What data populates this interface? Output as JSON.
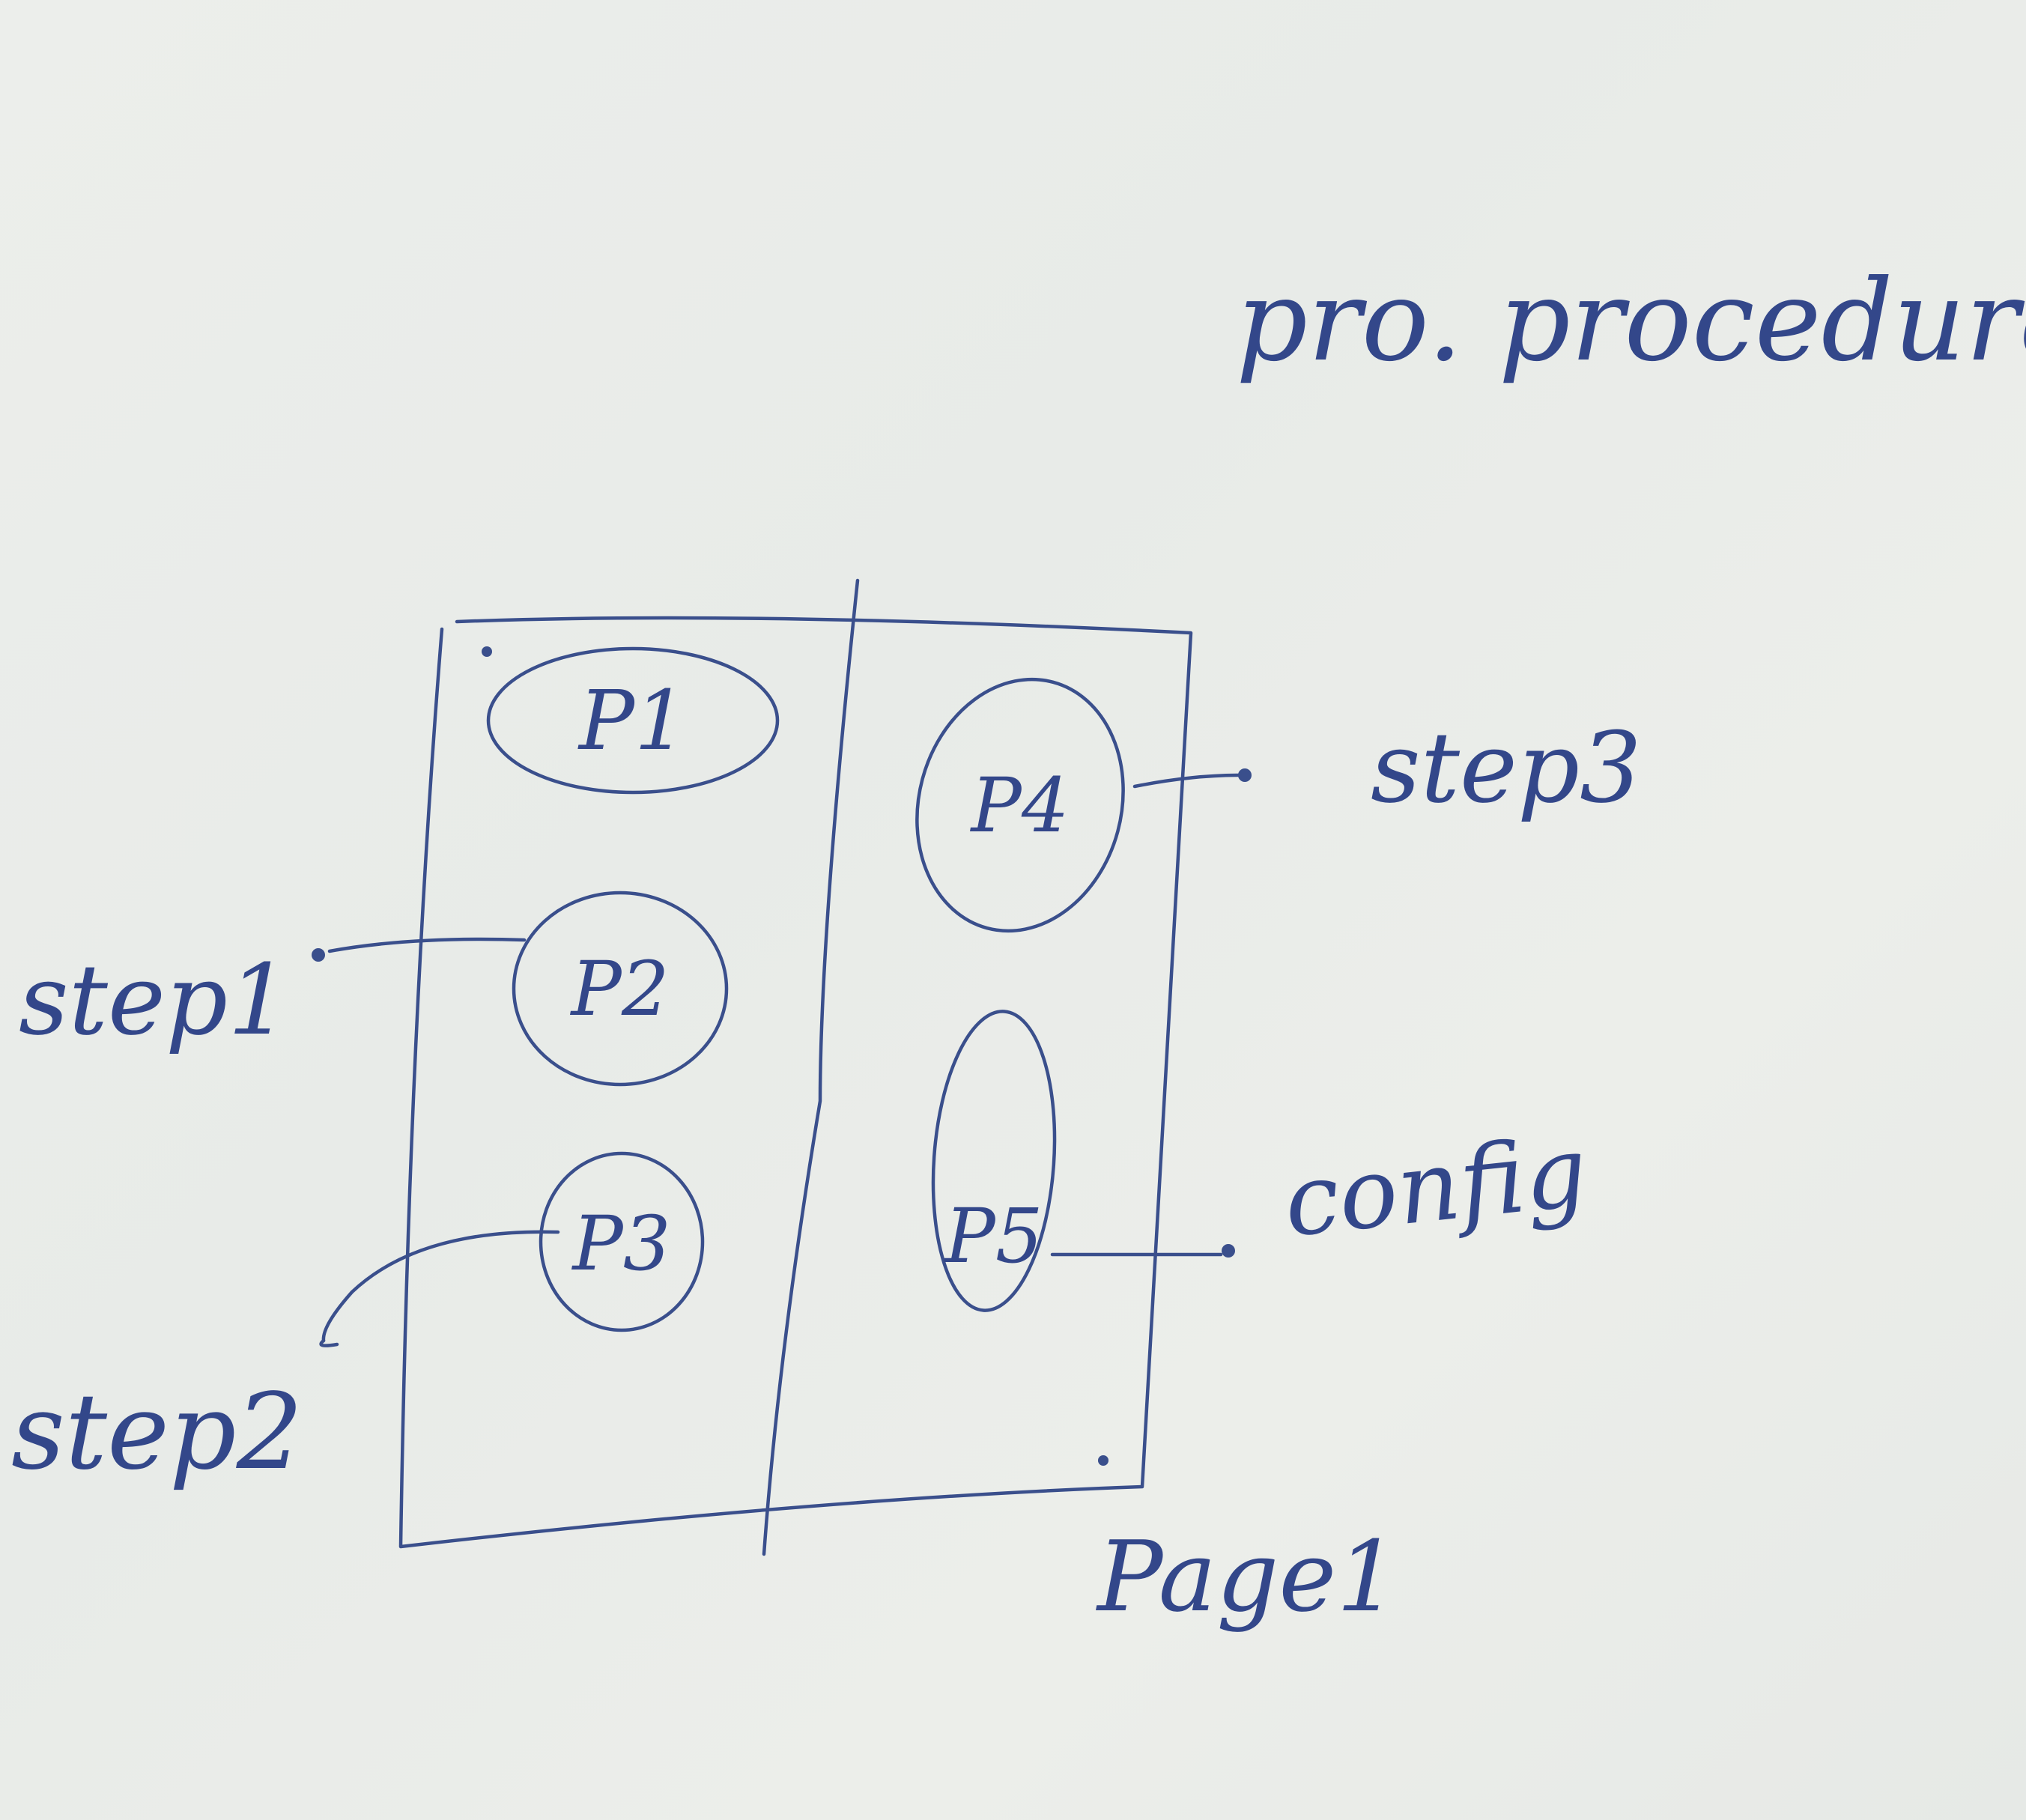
{
  "title": "pro. procedures",
  "page_label": "Page1",
  "nodes": {
    "p1": "P1",
    "p2": "P2",
    "p3": "P3",
    "p4": "P4",
    "p5": "P5"
  },
  "steps": {
    "step1": "step1",
    "step2": "step2",
    "step3": "step3",
    "config": "config"
  },
  "colors": {
    "ink": "#3a4f8c",
    "board": "#e9ebe7"
  }
}
